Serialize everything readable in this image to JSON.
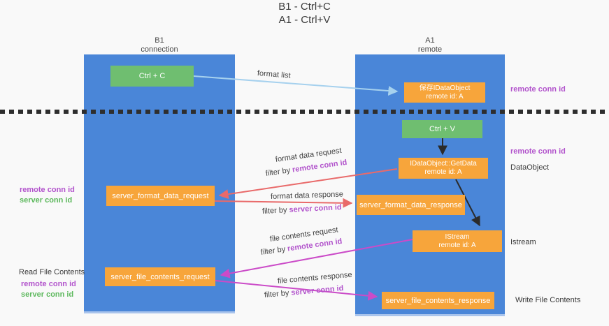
{
  "title": {
    "line1": "B1 - Ctrl+C",
    "line2": "A1 - Ctrl+V"
  },
  "lanes": {
    "left": {
      "title": "B1",
      "subtitle": "connection"
    },
    "right": {
      "title": "A1",
      "subtitle": "remote"
    }
  },
  "nodes": {
    "ctrl_c": {
      "label": "Ctrl + C"
    },
    "ctrl_v": {
      "label": "Ctrl + V"
    },
    "save_dataobject": {
      "line1": "保存IDataObject",
      "line2": "remote id: A"
    },
    "getdata": {
      "line1": "IDataObject::GetData",
      "line2": "remote id: A"
    },
    "istream": {
      "line1": "IStream",
      "line2": "remote id: A"
    },
    "format_request": {
      "label": "server_format_data_request"
    },
    "format_response": {
      "label": "server_format_data_response"
    },
    "file_request": {
      "label": "server_file_contents_request"
    },
    "file_response": {
      "label": "server_file_contents_response"
    }
  },
  "arrow_labels": {
    "format_list": "format list",
    "format_data_request": "format data request",
    "format_data_response": "format data response",
    "file_contents_request": "file contents request",
    "file_contents_response": "file contents response",
    "filter_by": "filter by ",
    "remote_conn_id": "remote conn id",
    "server_conn_id": "server conn id"
  },
  "side_labels": {
    "right_top_remote_conn_id": "remote conn id",
    "right_mid_remote_conn_id": "remote conn id",
    "right_dataobject": "DataObject",
    "right_istream": "Istream",
    "right_write_file_contents": "Write File Contents",
    "left_read_file_contents": "Read File Contents",
    "remote_conn_id": "remote conn id",
    "server_conn_id": "server conn id"
  },
  "colors": {
    "lane_blue": "#4a86d8",
    "box_green": "#6fbe70",
    "box_orange": "#f7a53b",
    "arrow_red": "#e96a6a",
    "arrow_magenta": "#cb4bc8",
    "arrow_lightblue": "#a6d1ee",
    "arrow_black": "#2b2b2b",
    "text_purple": "#b254cc",
    "text_green": "#5cb85c",
    "dashed_line": "#2e2e2e"
  }
}
